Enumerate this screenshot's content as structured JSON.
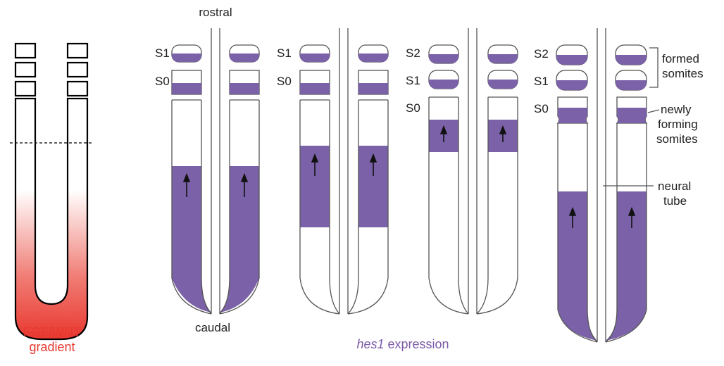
{
  "axis": {
    "top": "rostral",
    "bottom": "caudal"
  },
  "gradient": {
    "line1": "FGF/WNT",
    "line2": "gradient",
    "color": "#e8382f"
  },
  "caption": {
    "gene": "hes1",
    "rest": " expression",
    "color": "#7a5aa6"
  },
  "panels": [
    {
      "labels": [
        "S1",
        "S0"
      ]
    },
    {
      "labels": [
        "S1",
        "S0"
      ]
    },
    {
      "labels": [
        "S2",
        "S1",
        "S0"
      ]
    },
    {
      "labels": [
        "S2",
        "S1",
        "S0"
      ]
    }
  ],
  "annotations": {
    "formed": [
      "formed",
      "somites"
    ],
    "forming": [
      "newly",
      "forming",
      "somites"
    ],
    "neural": [
      "neural",
      "tube"
    ]
  },
  "colors": {
    "expression": "#7b62a8",
    "outline": "#555555",
    "gradient_red": "#e8382f"
  }
}
